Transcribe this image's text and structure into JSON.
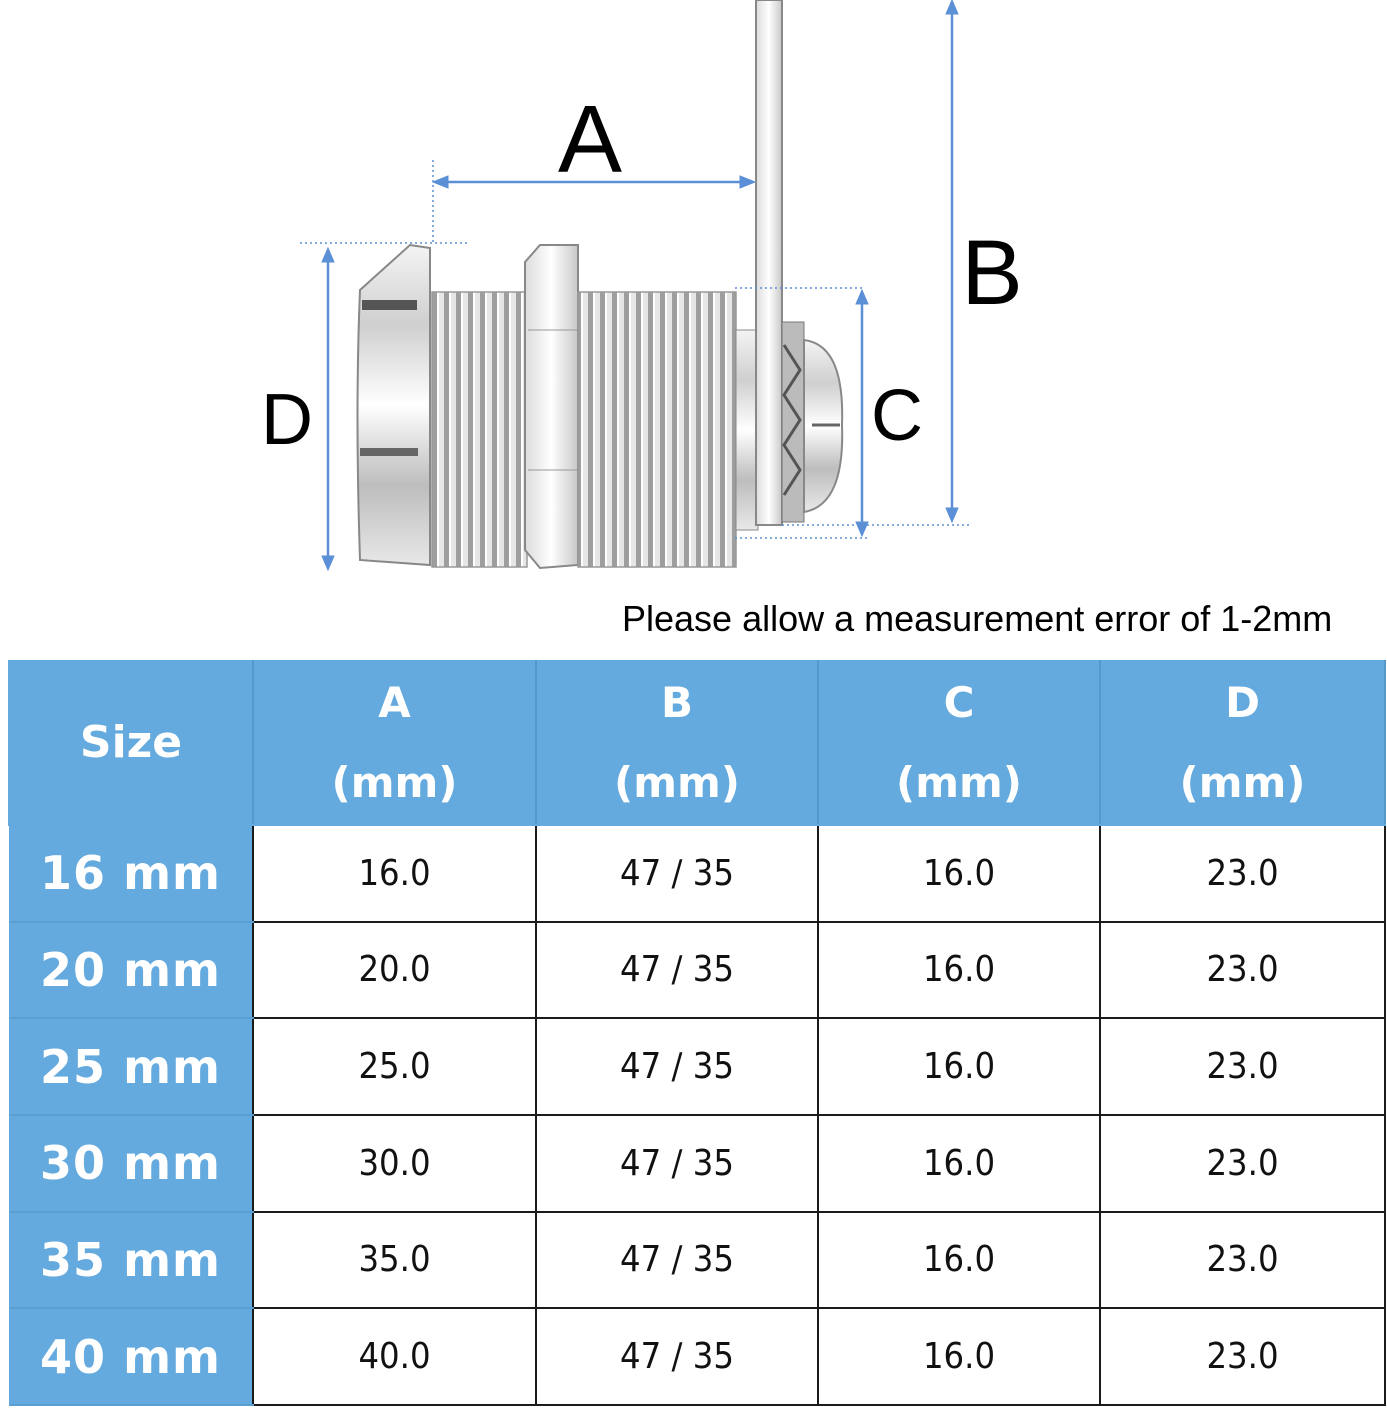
{
  "diagram": {
    "labels": {
      "a": "A",
      "b": "B",
      "c": "C",
      "d": "D"
    }
  },
  "note": "Please allow a measurement error of 1-2mm",
  "table": {
    "headers": [
      {
        "letter": "Size",
        "unit": ""
      },
      {
        "letter": "A",
        "unit": "(mm)"
      },
      {
        "letter": "B",
        "unit": "(mm)"
      },
      {
        "letter": "C",
        "unit": "(mm)"
      },
      {
        "letter": "D",
        "unit": "(mm)"
      }
    ],
    "rows": [
      {
        "size": "16 mm",
        "a": "16.0",
        "b": "47 / 35",
        "c": "16.0",
        "d": "23.0"
      },
      {
        "size": "20 mm",
        "a": "20.0",
        "b": "47 / 35",
        "c": "16.0",
        "d": "23.0"
      },
      {
        "size": "25 mm",
        "a": "25.0",
        "b": "47 / 35",
        "c": "16.0",
        "d": "23.0"
      },
      {
        "size": "30 mm",
        "a": "30.0",
        "b": "47 / 35",
        "c": "16.0",
        "d": "23.0"
      },
      {
        "size": "35 mm",
        "a": "35.0",
        "b": "47 / 35",
        "c": "16.0",
        "d": "23.0"
      },
      {
        "size": "40 mm",
        "a": "40.0",
        "b": "47 / 35",
        "c": "16.0",
        "d": "23.0"
      }
    ]
  },
  "colors": {
    "header_bg": "#64aade",
    "dimension_line": "#5b8fd6",
    "border": "#1b1b1b"
  }
}
